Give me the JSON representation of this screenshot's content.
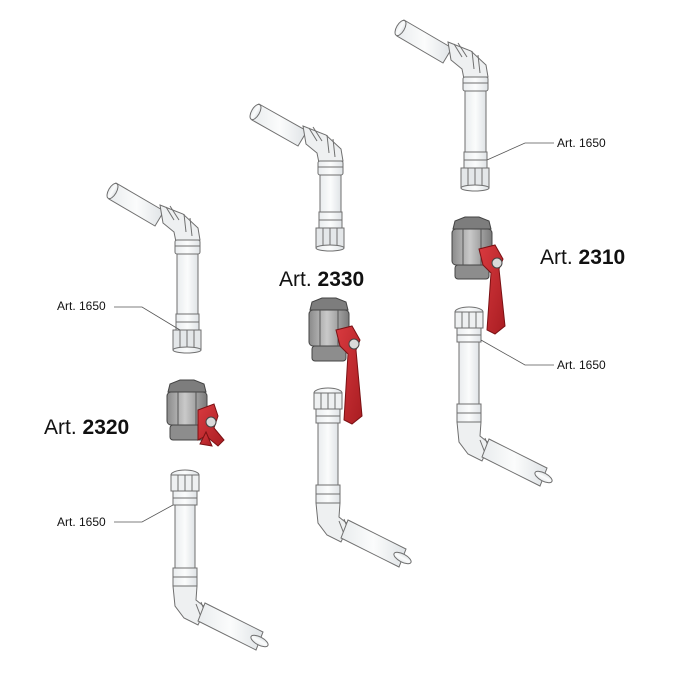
{
  "labels": {
    "art_small": "Art. 1650",
    "art_prefix": "Art.",
    "art_2320": "2320",
    "art_2330": "2330",
    "art_2310": "2310"
  },
  "colors": {
    "pipe_fill": "#f4f6f7",
    "pipe_stroke": "#707070",
    "valve_body": "#9a9a9a",
    "valve_dark": "#6e6e6e",
    "handle_red": "#c8262c",
    "leader_line": "#555555"
  }
}
